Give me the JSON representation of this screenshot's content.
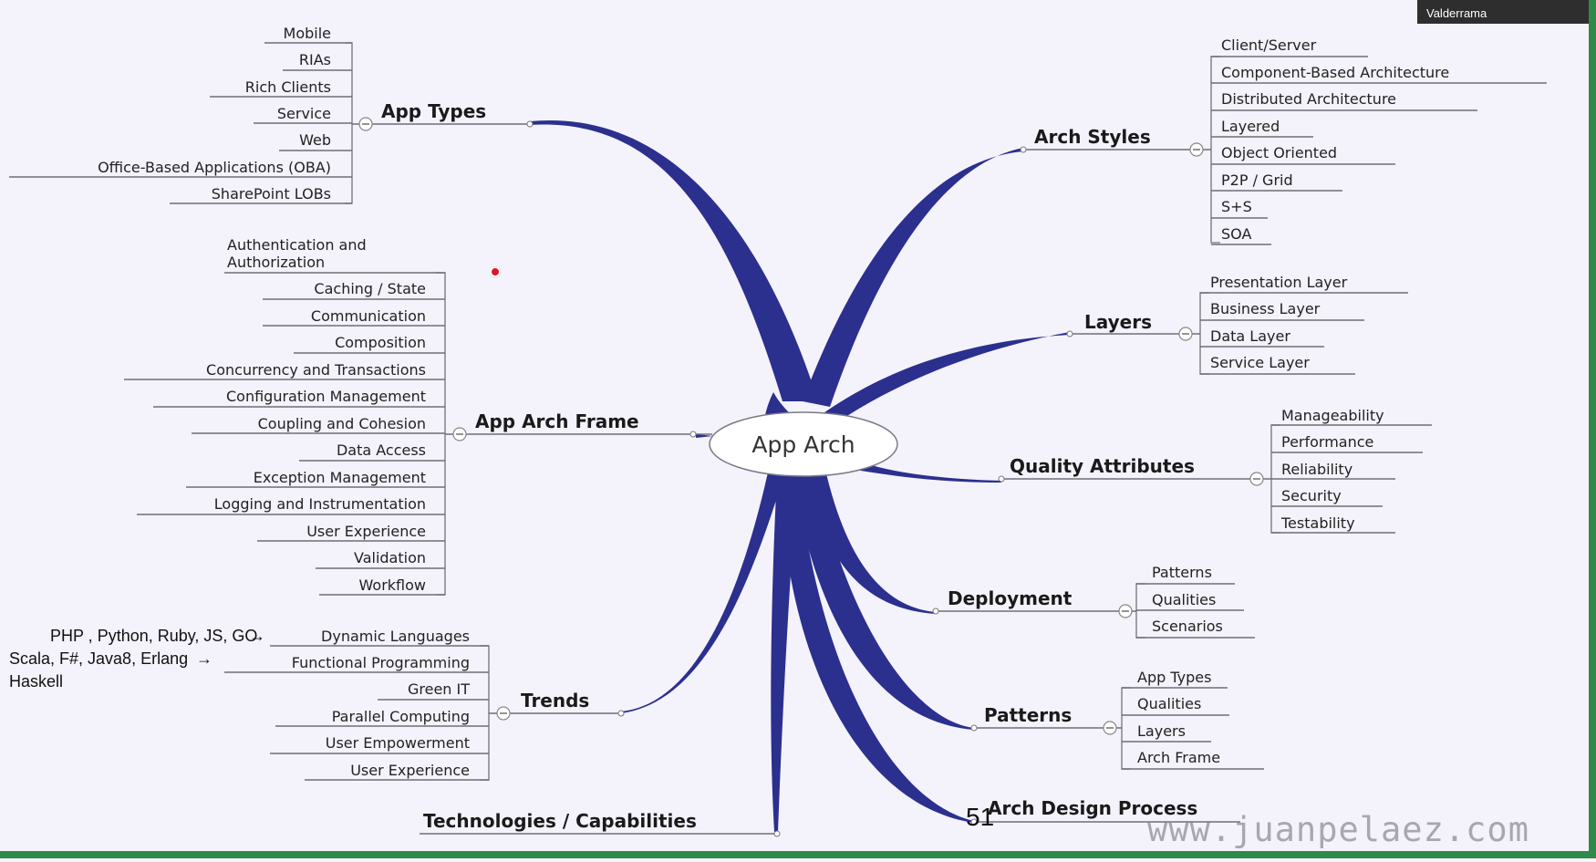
{
  "center": "App Arch",
  "branches": {
    "app_types": {
      "label": "App Types",
      "items": [
        "Mobile",
        "RIAs",
        "Rich Clients",
        "Service",
        "Web",
        "Office-Based Applications (OBA)",
        "SharePoint LOBs"
      ]
    },
    "app_arch_frame": {
      "label": "App Arch Frame",
      "items": [
        "Authentication and Authorization",
        "Caching / State",
        "Communication",
        "Composition",
        "Concurrency and Transactions",
        "Configuration Management",
        "Coupling and Cohesion",
        "Data Access",
        "Exception Management",
        "Logging and Instrumentation",
        "User Experience",
        "Validation",
        "Workflow"
      ]
    },
    "trends": {
      "label": "Trends",
      "items": [
        "Dynamic Languages",
        "Functional Programming",
        "Green IT",
        "Parallel Computing",
        "User Empowerment",
        "User Experience"
      ]
    },
    "technologies": {
      "label": "Technologies / Capabilities"
    },
    "arch_styles": {
      "label": "Arch Styles",
      "items": [
        "Client/Server",
        "Component-Based Architecture",
        "Distributed Architecture",
        "Layered",
        "Object Oriented",
        "P2P / Grid",
        "S+S",
        "SOA"
      ]
    },
    "layers": {
      "label": "Layers",
      "items": [
        "Presentation Layer",
        "Business Layer",
        "Data Layer",
        "Service Layer"
      ]
    },
    "quality_attributes": {
      "label": "Quality Attributes",
      "items": [
        "Manageability",
        "Performance",
        "Reliability",
        "Security",
        "Testability"
      ]
    },
    "deployment": {
      "label": "Deployment",
      "items": [
        "Patterns",
        "Qualities",
        "Scenarios"
      ]
    },
    "patterns": {
      "label": "Patterns",
      "items": [
        "App Types",
        "Qualities",
        "Layers",
        "Arch Frame"
      ]
    },
    "arch_design_process": {
      "label": "Arch Design Process"
    }
  },
  "annotations": {
    "dynamic_langs": "PHP , Python, Ruby, JS, GO",
    "functional_langs_line1": "Scala, F#, Java8, Erlang",
    "functional_langs_line2": "Haskell",
    "arrow": "→"
  },
  "page_number": "51",
  "watermark": "www.juanpelaez.com",
  "overlay": {
    "name": "Valderrama"
  },
  "colors": {
    "arm": "#2b2f8e",
    "background": "#f4f2fb",
    "pointer": "#e0132a"
  }
}
